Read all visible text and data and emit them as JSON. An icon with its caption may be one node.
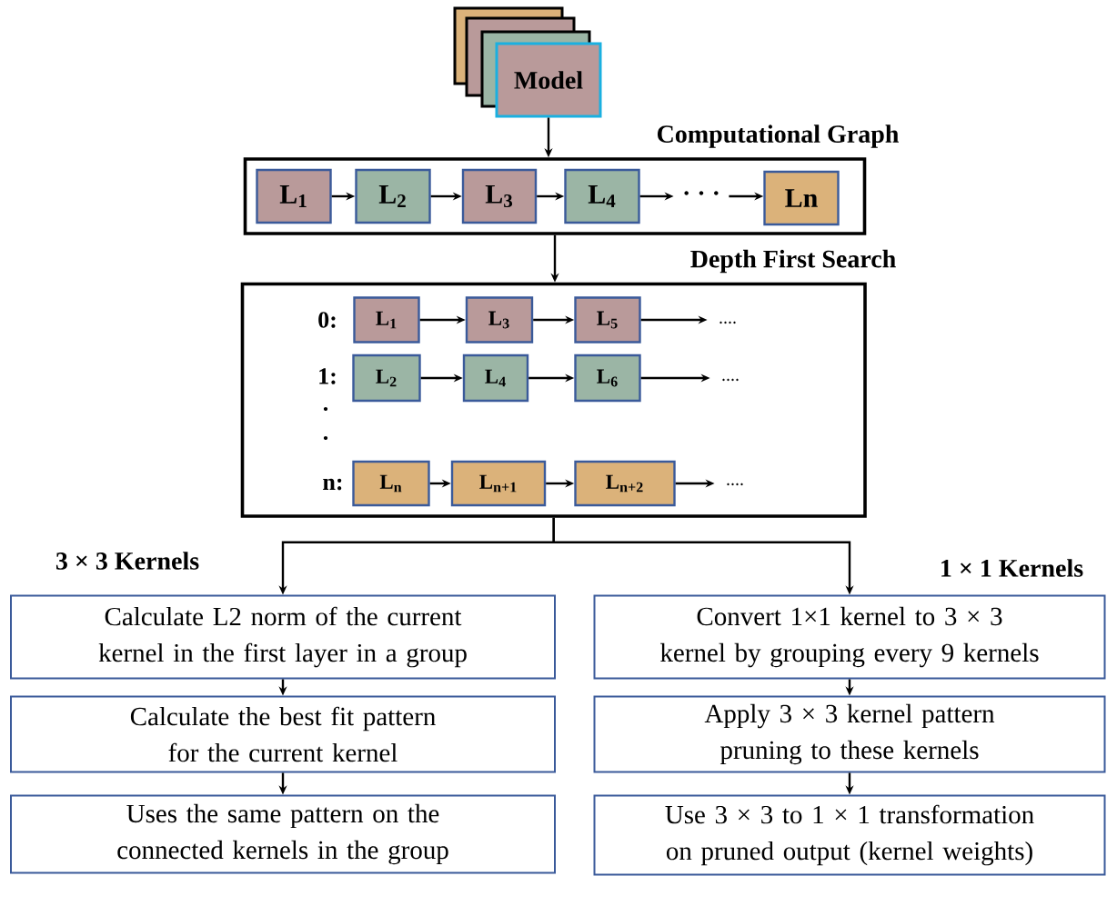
{
  "diagram": {
    "nodes": [
      {
        "text": [
          "Model"
        ]
      },
      {
        "text": [
          "Computational Graph"
        ]
      },
      {
        "text": [
          "L$_{1}$"
        ],
        "in": 1
      },
      {
        "text": [
          "L$_{2}$"
        ],
        "in": 1
      },
      {
        "text": [
          "L$_{3}$"
        ],
        "in": 1
      },
      {
        "text": [
          "L$_{4}$"
        ],
        "in": 1
      },
      {
        "text": [
          "· · ·"
        ],
        "in": 1
      },
      {
        "text": [
          "Ln"
        ],
        "in": 1
      },
      {
        "text": [
          "Depth First Search"
        ]
      },
      {
        "text": [
          "L$_{1}$"
        ],
        "in": 8
      },
      {
        "text": [
          "L$_{3}$"
        ],
        "in": 8
      },
      {
        "text": [
          "L$_{5}$"
        ],
        "in": 8
      },
      {
        "text": [
          "...."
        ],
        "in": 8
      },
      {
        "text": [
          "L$_{2}$"
        ],
        "in": 8
      },
      {
        "text": [
          "L$_{4}$"
        ],
        "in": 8
      },
      {
        "text": [
          "L$_{6}$"
        ],
        "in": 8
      },
      {
        "text": [
          "...."
        ],
        "in": 8
      },
      {
        "text": [
          "L$_{n}$"
        ],
        "in": 8
      },
      {
        "text": [
          "L$_{n+1}$"
        ],
        "in": 8
      },
      {
        "text": [
          "L$_{n+2}$"
        ],
        "in": 8
      },
      {
        "text": [
          "...."
        ],
        "in": 8
      },
      {
        "text": [
          "Calculate L2 norm of the current kernel in the first layer in a group"
        ]
      },
      {
        "text": [
          "Calculate the best fit pattern for the current kernel"
        ]
      },
      {
        "text": [
          "Uses the same pattern on the connected kernels in the group"
        ]
      },
      {
        "text": [
          "Convert 1×1 kernel to 3 × 3 kernel by grouping every 9 kernels"
        ]
      },
      {
        "text": [
          "Apply 3 × 3 kernel pattern pruning to these kernels"
        ]
      },
      {
        "text": [
          "Use 3 × 3 to 1 × 1 transformation on pruned output (kernel weights)"
        ]
      }
    ],
    "edges": [
      {
        "from": 0,
        "to": 1,
        "arrow": "to"
      },
      {
        "from": 2,
        "to": 3,
        "arrow": "to"
      },
      {
        "from": 3,
        "to": 4,
        "arrow": "to"
      },
      {
        "from": 4,
        "to": 5,
        "arrow": "to"
      },
      {
        "from": 5,
        "to": 6,
        "arrow": "to"
      },
      {
        "from": 6,
        "to": 7,
        "arrow": "to"
      },
      {
        "from": 1,
        "to": 8,
        "arrow": "to"
      },
      {
        "from": 9,
        "to": 10,
        "arrow": "to"
      },
      {
        "from": 10,
        "to": 11,
        "arrow": "to"
      },
      {
        "from": 11,
        "to": 12,
        "arrow": "to"
      },
      {
        "from": 13,
        "to": 14,
        "arrow": "to"
      },
      {
        "from": 14,
        "to": 15,
        "arrow": "to"
      },
      {
        "from": 15,
        "to": 16,
        "arrow": "to"
      },
      {
        "from": 17,
        "to": 18,
        "arrow": "to"
      },
      {
        "from": 18,
        "to": 19,
        "arrow": "to"
      },
      {
        "from": 19,
        "to": 20,
        "arrow": "to"
      },
      {
        "from": 8,
        "to": 21,
        "arrow": "to"
      },
      {
        "from": 8,
        "to": 24,
        "arrow": "to"
      },
      {
        "from": 21,
        "to": 22,
        "arrow": "to"
      },
      {
        "from": 22,
        "to": 23,
        "arrow": "to"
      },
      {
        "from": 24,
        "to": 25,
        "arrow": "to"
      },
      {
        "from": 25,
        "to": 26,
        "arrow": "to"
      }
    ],
    "labels": [
      "0:",
      "1:",
      ".",
      ".",
      "n:",
      "3 × 3 Kernels",
      "1 × 1 Kernels"
    ]
  }
}
